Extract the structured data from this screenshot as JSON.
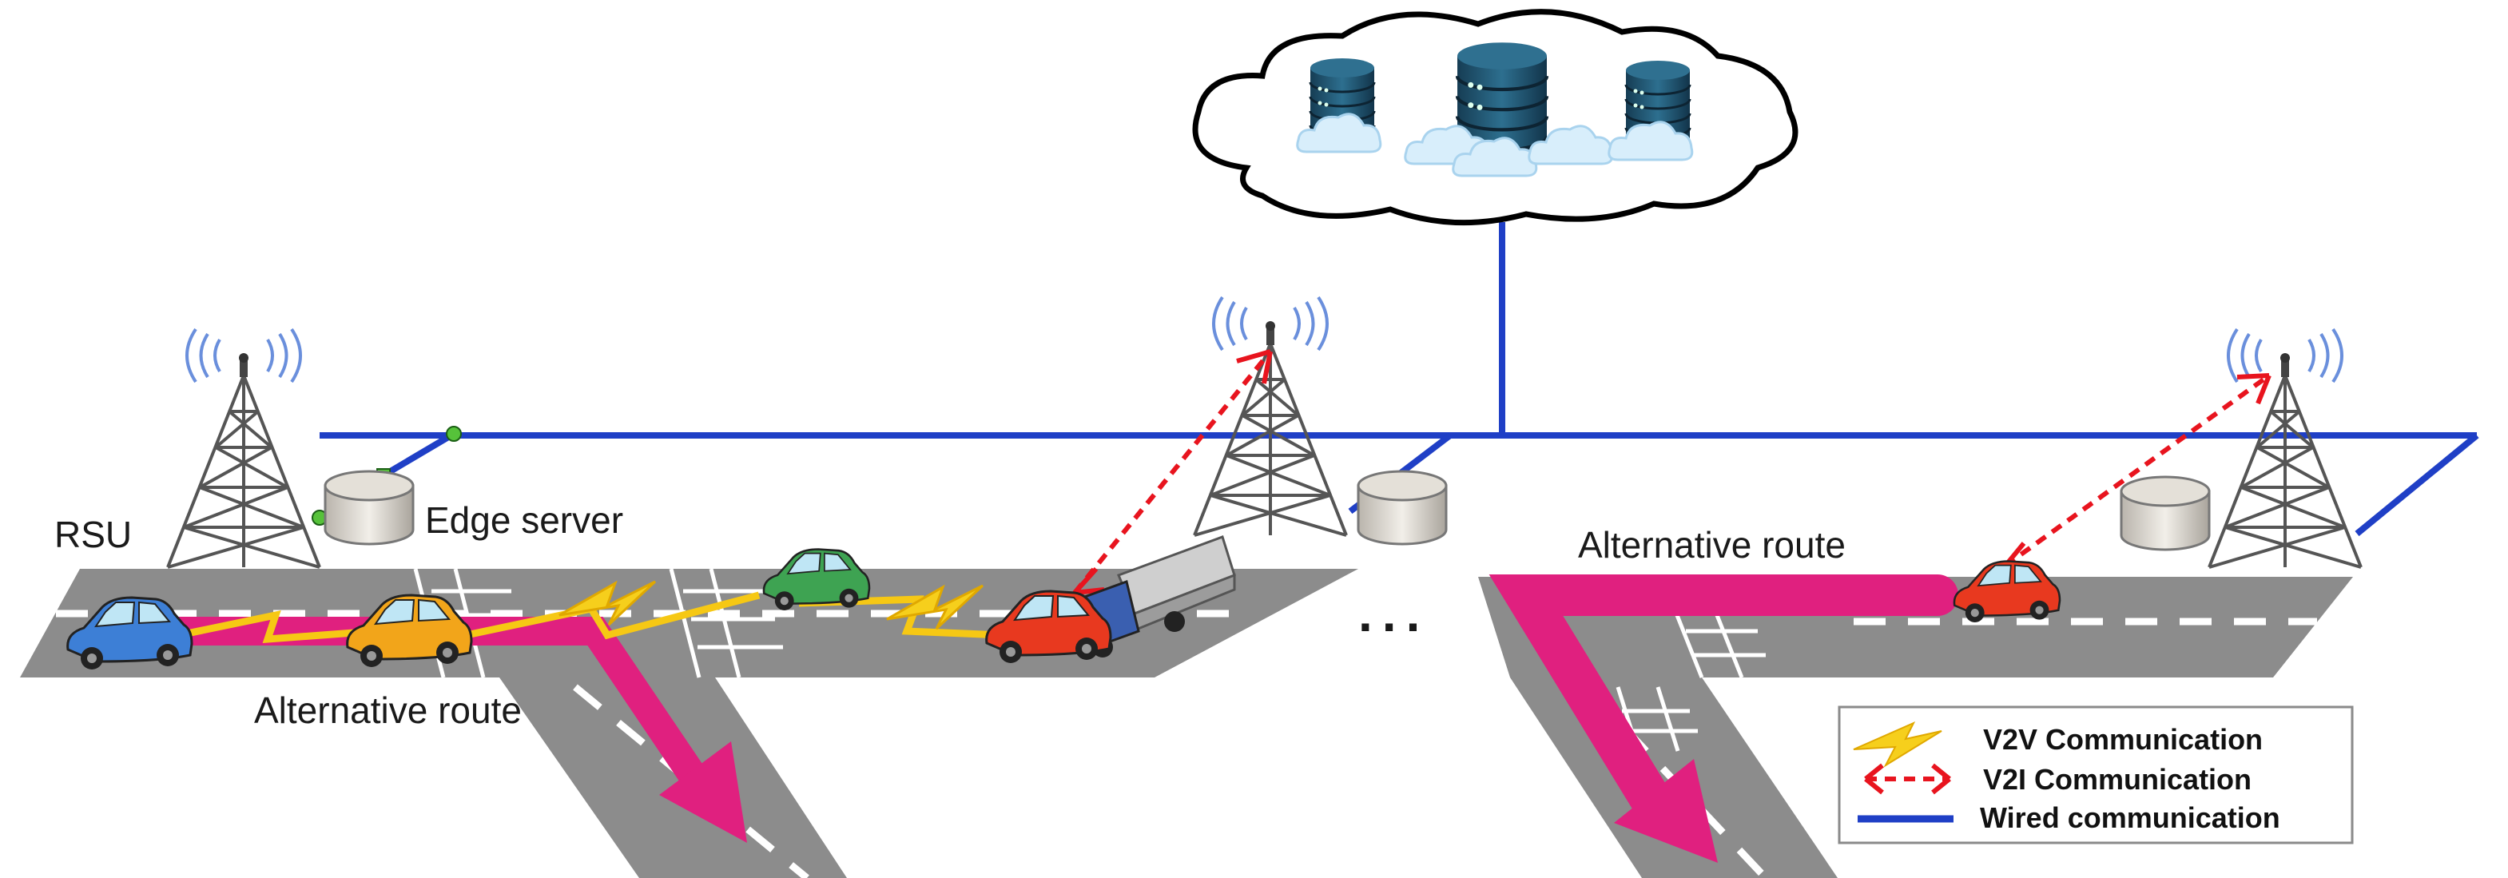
{
  "labels": {
    "rsu": "RSU",
    "edge_server": "Edge server",
    "alt_route_left": "Alternative route",
    "alt_route_right": "Alternative route",
    "ellipsis": "..."
  },
  "legend": {
    "v2v": "V2V Communication",
    "v2i": "V2I Communication",
    "wired": "Wired communication"
  },
  "colors": {
    "road": "#8c8c8c",
    "route": "#e0207f",
    "v2v": "#f6c814",
    "v2i": "#e8141e",
    "wired": "#1f3fc6",
    "tower": "#5a5a5a",
    "server_db": "#1e4f6a"
  },
  "icons": [
    "cloud-icon",
    "database-icon",
    "tower-icon",
    "car-icon",
    "truck-icon",
    "lightning-icon",
    "edge-server-icon"
  ]
}
